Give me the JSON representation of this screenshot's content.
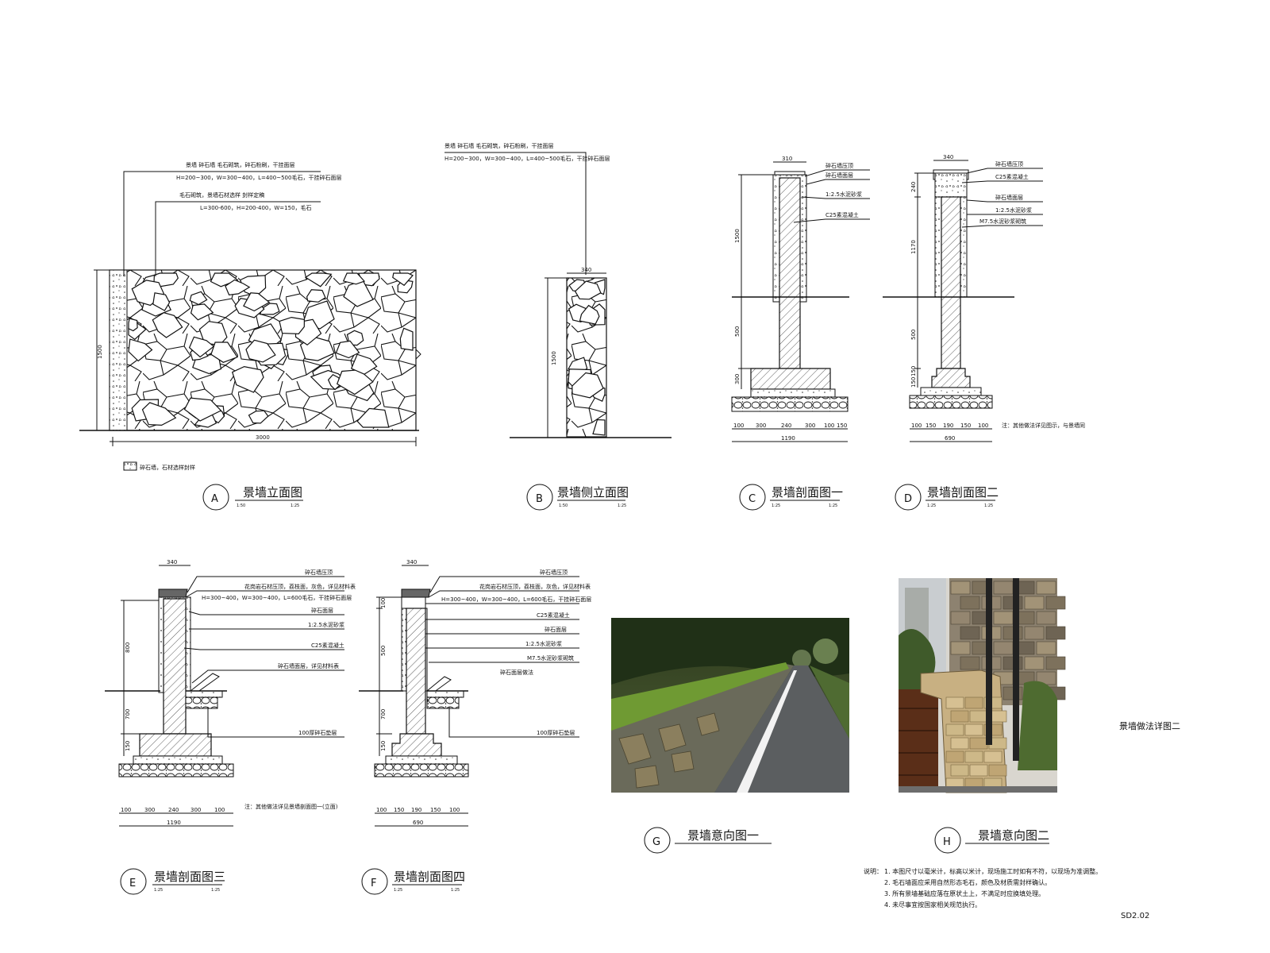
{
  "sheet": {
    "sheet_label": "景墙做法详图二",
    "sheet_number": "SD2.02",
    "legend": "碎石墙，石材选样封样"
  },
  "views": {
    "A": {
      "tag": "A",
      "title": "景墙立面图",
      "note1": "1:50",
      "note2": "1:25",
      "annot1a": "景墙 碎石墙 毛石砌筑，碎石粉刷，干挂面层",
      "annot1b": "H=200~300，W=300~400，L=400~500毛石，干挂碎石面层",
      "annot2a": "毛石砌筑，景墙石材选样 封样定稿",
      "annot2b": "L=300-600，H=200-400，W=150，毛石",
      "dim_h": "1500",
      "dim_w": "3000"
    },
    "B": {
      "tag": "B",
      "title": "景墙侧立面图",
      "note1": "1:50",
      "note2": "1:25",
      "annot1a": "景墙 碎石墙 毛石砌筑，碎石粉刷，干挂面层",
      "annot1b": "H=200~300，W=300~400，L=400~500毛石，干挂碎石面层",
      "dim_w": "340",
      "dim_h": "1500"
    },
    "C": {
      "tag": "C",
      "title": "景墙剖面图一",
      "note1": "1:25",
      "note2": "1:25",
      "annots": [
        "碎石墙压顶",
        "碎石墙面层",
        "1:2.5水泥砂浆",
        "C25素混凝土"
      ],
      "dim_top": "310",
      "dims_v": [
        "1500",
        "500",
        "300"
      ],
      "dims_b": [
        "100",
        "300",
        "240",
        "300",
        "100",
        "150"
      ],
      "dim_total": "1190"
    },
    "D": {
      "tag": "D",
      "title": "景墙剖面图二",
      "note1": "1:25",
      "note2": "1:25",
      "annots": [
        "碎石墙压顶",
        "C25素混凝土",
        "碎石墙面层",
        "1:2.5水泥砂浆",
        "M7.5水泥砂浆砌筑"
      ],
      "dim_top": "340",
      "dims_v": [
        "240",
        "1170",
        "500",
        "150",
        "150"
      ],
      "dims_b": [
        "100",
        "150",
        "190",
        "150",
        "100"
      ],
      "dim_total": "690",
      "side_note": "注：其他做法详见图示，与景墙同"
    },
    "E": {
      "tag": "E",
      "title": "景墙剖面图三",
      "note1": "1:25",
      "note2": "1:25",
      "annots": [
        "碎石墙压顶",
        "花岗岩石材压顶，荔枝面，灰色，详见材料表",
        "H=300~400，W=300~400，L=600毛石，干挂碎石面层",
        "碎石面层",
        "1:2.5水泥砂浆",
        "C25素混凝土",
        "碎石墙面层，详见材料表",
        "100厚碎石垫层"
      ],
      "dim_top": "340",
      "dims_v": [
        "800",
        "700",
        "150"
      ],
      "dims_b": [
        "100",
        "300",
        "240",
        "300",
        "100"
      ],
      "dim_total": "1190",
      "side_note": "注：其他做法详见景墙剖面图一(立面)"
    },
    "F": {
      "tag": "F",
      "title": "景墙剖面图四",
      "note1": "1:25",
      "note2": "1:25",
      "annots": [
        "碎石墙压顶",
        "花岗岩石材压顶，荔枝面，灰色，详见材料表",
        "H=300~400，W=300~400，L=600毛石，干挂碎石面层",
        "C25素混凝土",
        "碎石面层",
        "1:2.5水泥砂浆",
        "M7.5水泥砂浆砌筑",
        "碎石面层做法",
        "100厚碎石垫层"
      ],
      "dim_top": "340",
      "dims_v": [
        "100",
        "500",
        "700",
        "150"
      ],
      "dims_b": [
        "100",
        "150",
        "190",
        "150",
        "100"
      ],
      "dim_total": "690"
    },
    "G": {
      "tag": "G",
      "title": "景墙意向图一"
    },
    "H": {
      "tag": "H",
      "title": "景墙意向图二"
    }
  },
  "notes": {
    "prefix": "说明：",
    "lines": [
      "1. 本图尺寸以毫米计，标高以米计，现场施工时如有不符，以现场为准调整。",
      "2. 毛石墙面应采用自然形态毛石，颜色及材质需封样确认。",
      "3. 所有景墙基础应落在原状土上，不满足时应换填处理。",
      "4. 未尽事宜按国家相关规范执行。"
    ]
  },
  "colors": {
    "ink": "#111111",
    "paper": "#ffffff"
  }
}
